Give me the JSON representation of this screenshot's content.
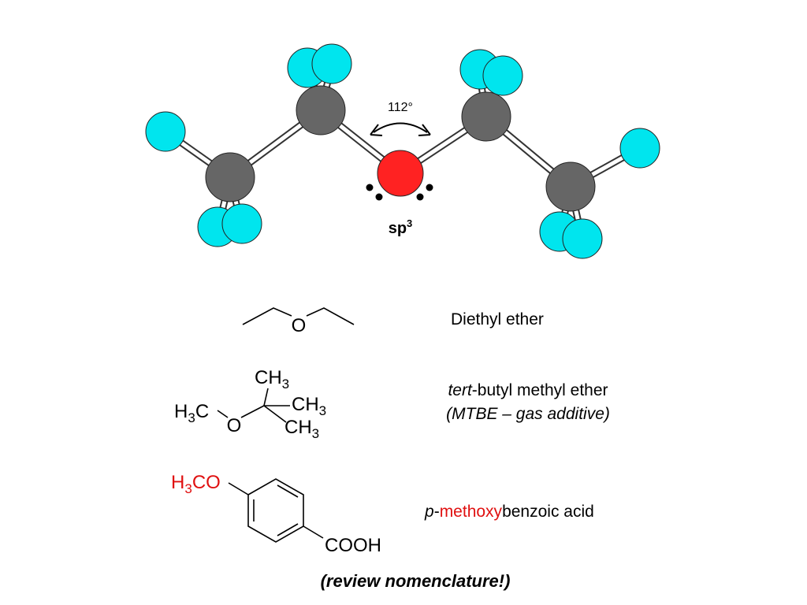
{
  "molecule_model": {
    "angle_label": "112°",
    "hybridization": "sp",
    "hybridization_sup": "3"
  },
  "rows": [
    {
      "structure": {
        "o_label": "O"
      },
      "name": "Diethyl ether"
    },
    {
      "structure": {
        "left_group": "H",
        "left_sub": "3",
        "left_tail": "C",
        "o_label": "O",
        "ch3_top": "CH",
        "ch3_top_sub": "3",
        "ch3_mid": "CH",
        "ch3_mid_sub": "3",
        "ch3_bot": "CH",
        "ch3_bot_sub": "3"
      },
      "name_prefix": "tert",
      "name_rest": "-butyl methyl ether",
      "note": "(MTBE – gas additive)"
    },
    {
      "structure": {
        "methoxy_h": "H",
        "methoxy_sub": "3",
        "methoxy_tail": "CO",
        "acid": "COOH"
      },
      "name_prefix": "p",
      "name_dash": "-",
      "name_highlight": "methoxy",
      "name_rest": "benzoic acid"
    }
  ],
  "footer": "(review nomenclature!)",
  "colors": {
    "carbon": "#666666",
    "hydrogen": "#00e5ee",
    "oxygen": "#ff2222",
    "highlight": "#e01010"
  }
}
